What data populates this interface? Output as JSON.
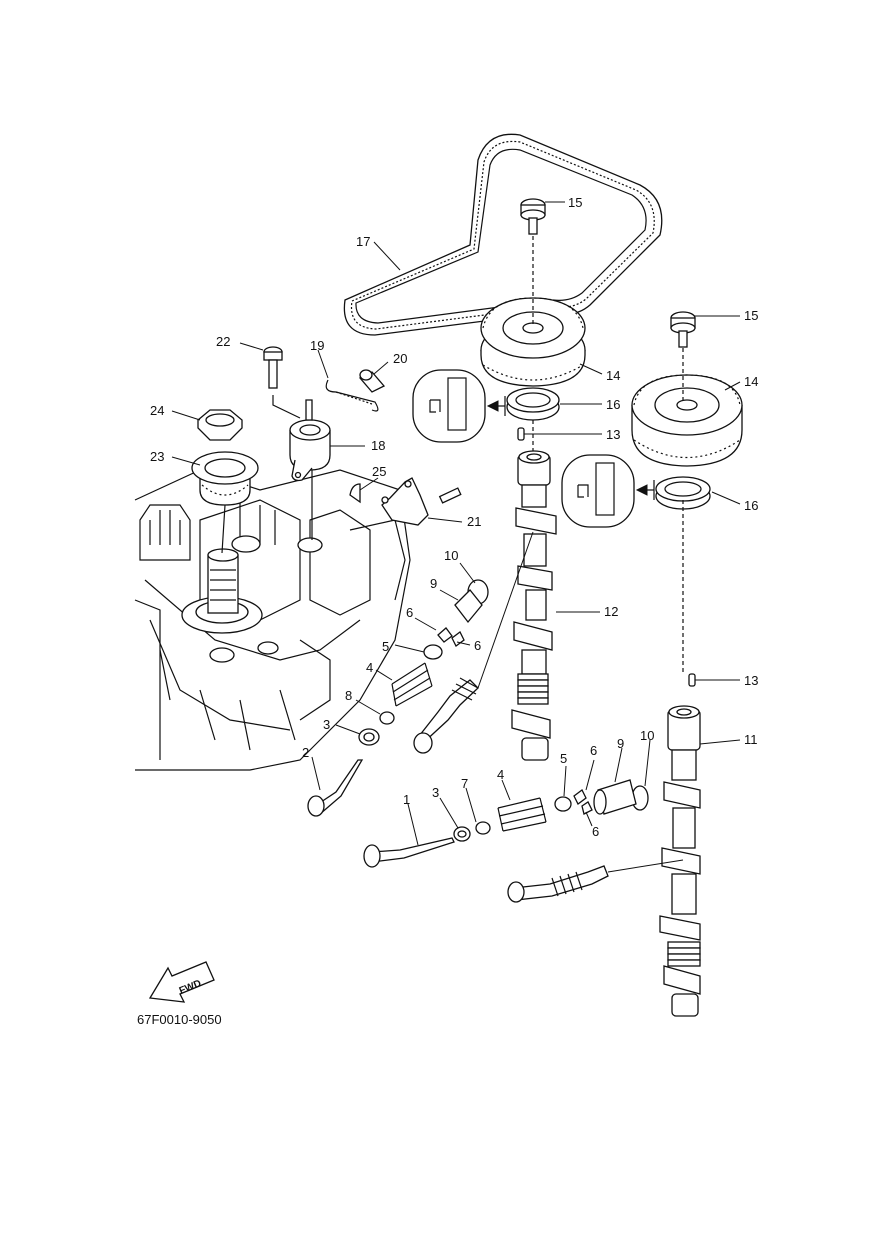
{
  "diagram_code": "67F0010-9050",
  "fwd_label": "FWD",
  "callouts": [
    {
      "id": "c17",
      "text": "17"
    },
    {
      "id": "c15a",
      "text": "15"
    },
    {
      "id": "c15b",
      "text": "15"
    },
    {
      "id": "c14a",
      "text": "14"
    },
    {
      "id": "c14b",
      "text": "14"
    },
    {
      "id": "c16a",
      "text": "16"
    },
    {
      "id": "c16b",
      "text": "16"
    },
    {
      "id": "c13a",
      "text": "13"
    },
    {
      "id": "c13b",
      "text": "13"
    },
    {
      "id": "c22",
      "text": "22"
    },
    {
      "id": "c19",
      "text": "19"
    },
    {
      "id": "c20",
      "text": "20"
    },
    {
      "id": "c24",
      "text": "24"
    },
    {
      "id": "c18",
      "text": "18"
    },
    {
      "id": "c23",
      "text": "23"
    },
    {
      "id": "c25",
      "text": "25"
    },
    {
      "id": "c21",
      "text": "21"
    },
    {
      "id": "c10a",
      "text": "10"
    },
    {
      "id": "c9a",
      "text": "9"
    },
    {
      "id": "c12",
      "text": "12"
    },
    {
      "id": "c6a",
      "text": "6"
    },
    {
      "id": "c5a",
      "text": "5"
    },
    {
      "id": "c6b",
      "text": "6"
    },
    {
      "id": "c4a",
      "text": "4"
    },
    {
      "id": "c8",
      "text": "8"
    },
    {
      "id": "c3a",
      "text": "3"
    },
    {
      "id": "c2",
      "text": "2"
    },
    {
      "id": "c11",
      "text": "11"
    },
    {
      "id": "c10b",
      "text": "10"
    },
    {
      "id": "c9b",
      "text": "9"
    },
    {
      "id": "c6c",
      "text": "6"
    },
    {
      "id": "c5b",
      "text": "5"
    },
    {
      "id": "c4b",
      "text": "4"
    },
    {
      "id": "c7",
      "text": "7"
    },
    {
      "id": "c3b",
      "text": "3"
    },
    {
      "id": "c1",
      "text": "1"
    },
    {
      "id": "c6d",
      "text": "6"
    }
  ]
}
